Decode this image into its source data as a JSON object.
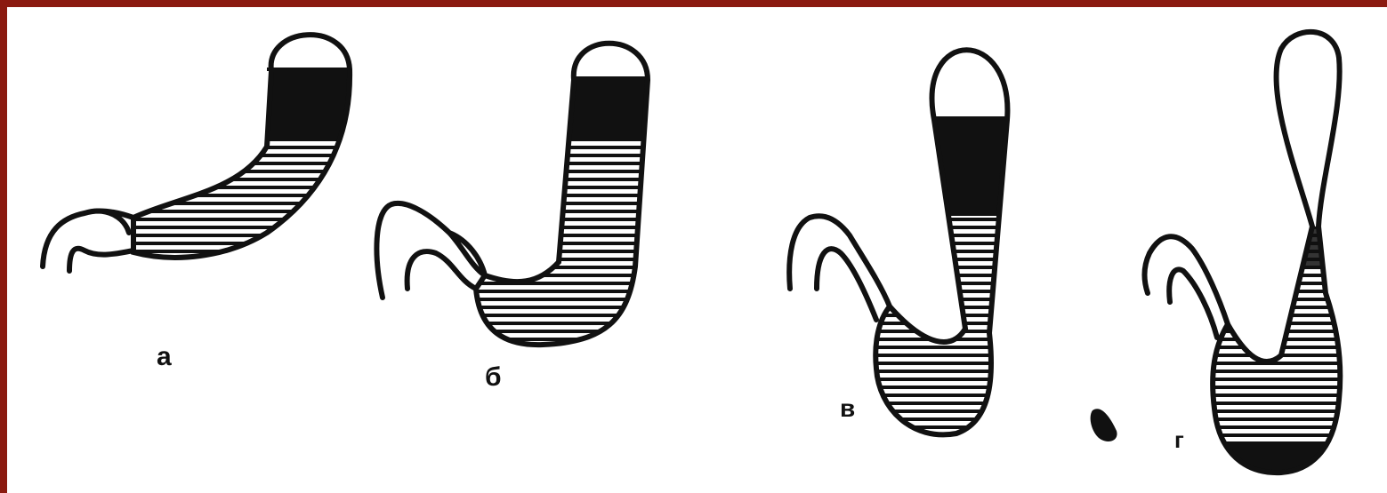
{
  "figure": {
    "background_color": "#8B1A10",
    "panel_labels": [
      "а",
      "б",
      "в",
      "г"
    ]
  }
}
